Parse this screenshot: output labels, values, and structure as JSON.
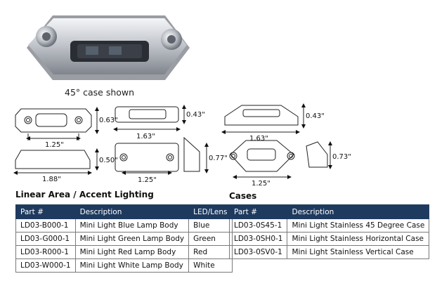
{
  "caption": "45° case shown",
  "dims": {
    "a": "0.63\"",
    "b": "1.25\"",
    "c": "0.50\"",
    "d": "1.88\"",
    "e": "0.43\"",
    "f": "1.63\"",
    "g": "0.77\"",
    "h": "1.25\"",
    "i": "0.43\"",
    "j": "1.63\"",
    "k": "0.73\"",
    "l": "1.25\""
  },
  "lighting": {
    "title": "Linear Area / Accent Lighting",
    "headers": [
      "Part #",
      "Description",
      "LED/Lens"
    ],
    "rows": [
      [
        "LD03-B000-1",
        "Mini Light Blue Lamp Body",
        "Blue"
      ],
      [
        "LD03-G000-1",
        "Mini Light Green Lamp Body",
        "Green"
      ],
      [
        "LD03-R000-1",
        "Mini Light Red Lamp Body",
        "Red"
      ],
      [
        "LD03-W000-1",
        "Mini Light White Lamp Body",
        "White"
      ]
    ]
  },
  "cases": {
    "title": "Cases",
    "headers": [
      "Part #",
      "Description"
    ],
    "rows": [
      [
        "LD03-0S45-1",
        "Mini Light Stainless 45 Degree Case"
      ],
      [
        "LD03-0SH0-1",
        "Mini Light Stainless Horizontal Case"
      ],
      [
        "LD03-0SV0-1",
        "Mini Light Stainless Vertical Case"
      ]
    ]
  },
  "colors": {
    "header_bg": "#1f3a5f",
    "steel": "#c9ccd2"
  }
}
